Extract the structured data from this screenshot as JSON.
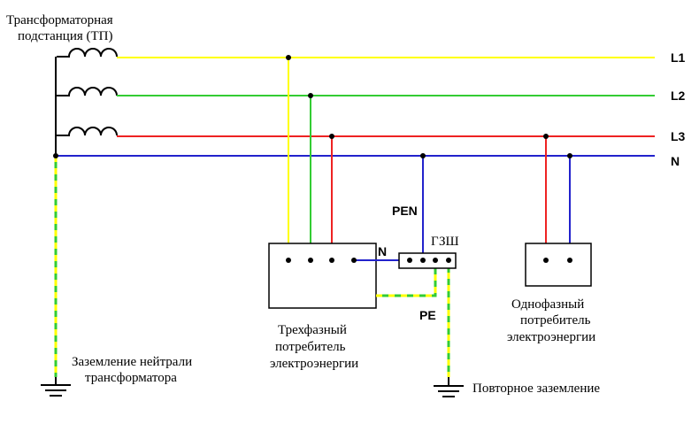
{
  "substation": {
    "line1": "Трансформаторная",
    "line2": "подстанция (ТП)"
  },
  "lines": {
    "l1": "L1",
    "l2": "L2",
    "l3": "L3",
    "n": "N"
  },
  "labels": {
    "pen": "PEN",
    "gzsh": "ГЗШ",
    "n_local": "N",
    "pe": "PE"
  },
  "three_phase_consumer": {
    "line1": "Трехфазный",
    "line2": "потребитель",
    "line3": "электроэнергии"
  },
  "single_phase_consumer": {
    "line1": "Однофазный",
    "line2": "потребитель",
    "line3": "электроэнергии"
  },
  "neutral_grounding": {
    "line1": "Заземление нейтрали",
    "line2": "трансформатора"
  },
  "repeat_grounding": "Повторное заземление",
  "colors": {
    "l1": "#ffff00",
    "l2": "#33cc33",
    "l3": "#ee2222",
    "n": "#2222cc",
    "pe_green": "#33cc33",
    "pe_yellow": "#ffff00"
  }
}
